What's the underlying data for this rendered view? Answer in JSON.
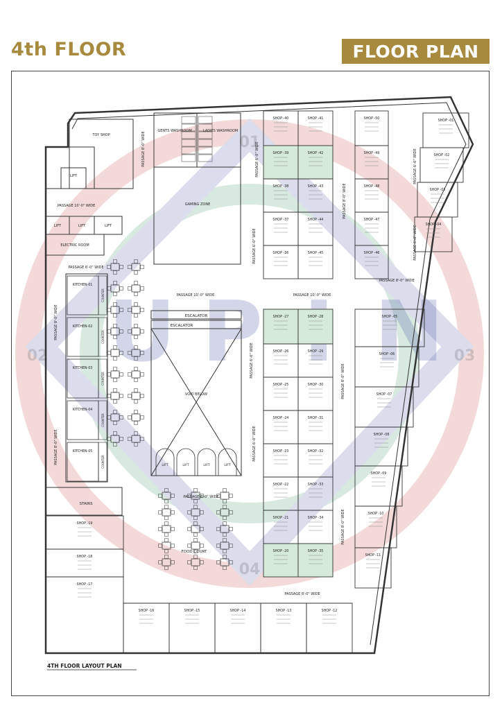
{
  "header": {
    "floor_title": "4th FLOOR",
    "badge": "FLOOR PLAN"
  },
  "plan_title": "4TH FLOOR LAYOUT PLAN",
  "watermark": {
    "letters": [
      "U",
      "P",
      "I",
      "N"
    ],
    "markers": [
      "01",
      "02",
      "03",
      "04"
    ]
  },
  "colors": {
    "gold": "#a78a3d",
    "green": "#2e8b57",
    "red": "#c0392b",
    "blue": "#3b4ba0",
    "shop_highlight": "#d6ead9"
  },
  "zones": {
    "toy_shop": "TOY SHOP",
    "gents_washroom": "GENTS WASHROOM",
    "ladies_washroom": "LADIES WASHROOM",
    "gaming_zone": "GAMING ZONE",
    "lift": "LIFT",
    "electric_room": "ELECTRIC ROOM",
    "escalator": "ESCALATOR",
    "void": "VOID BELOW",
    "food_court": "FOOD COURT",
    "stairs": "STAIRS"
  },
  "passages": {
    "p10": "PASSAGE 10'-0\" WIDE",
    "p8": "PASSAGE 8'-0\" WIDE",
    "p6": "PASSAGE 6'-0\" WIDE"
  },
  "kitchens": [
    "KITCHEN-01",
    "KITCHEN-02",
    "KITCHEN-03",
    "KITCHEN-04",
    "KITCHEN-05"
  ],
  "counter": "COUNTER",
  "shops": {
    "col1_top": [
      "SHOP -40",
      "SHOP -39",
      "SHOP -38",
      "SHOP -37",
      "SHOP -36"
    ],
    "col2_top": [
      "SHOP -41",
      "SHOP -42",
      "SHOP -43",
      "SHOP -44",
      "SHOP -45"
    ],
    "col3_top": [
      "SHOP -50",
      "SHOP -49",
      "SHOP -48",
      "SHOP -47",
      "SHOP -46"
    ],
    "right_top": [
      "SHOP -01",
      "SHOP -02",
      "SHOP -03",
      "SHOP -04"
    ],
    "col1_mid": [
      "SHOP -27",
      "SHOP -26",
      "SHOP -25",
      "SHOP -24",
      "SHOP -23",
      "SHOP -22",
      "SHOP -21",
      "SHOP -20"
    ],
    "col2_mid": [
      "SHOP -28",
      "SHOP -29",
      "SHOP -30",
      "SHOP -31",
      "SHOP -32",
      "SHOP -33",
      "SHOP -34",
      "SHOP -35"
    ],
    "right_mid": [
      "SHOP -05",
      "SHOP -06",
      "SHOP -07",
      "SHOP -08",
      "SHOP -09",
      "SHOP -10",
      "SHOP -11"
    ],
    "left": [
      "SHOP -19",
      "SHOP -18",
      "SHOP -17"
    ],
    "bottom": [
      "SHOP -16",
      "SHOP -15",
      "SHOP -14",
      "SHOP -13",
      "SHOP -12"
    ]
  }
}
